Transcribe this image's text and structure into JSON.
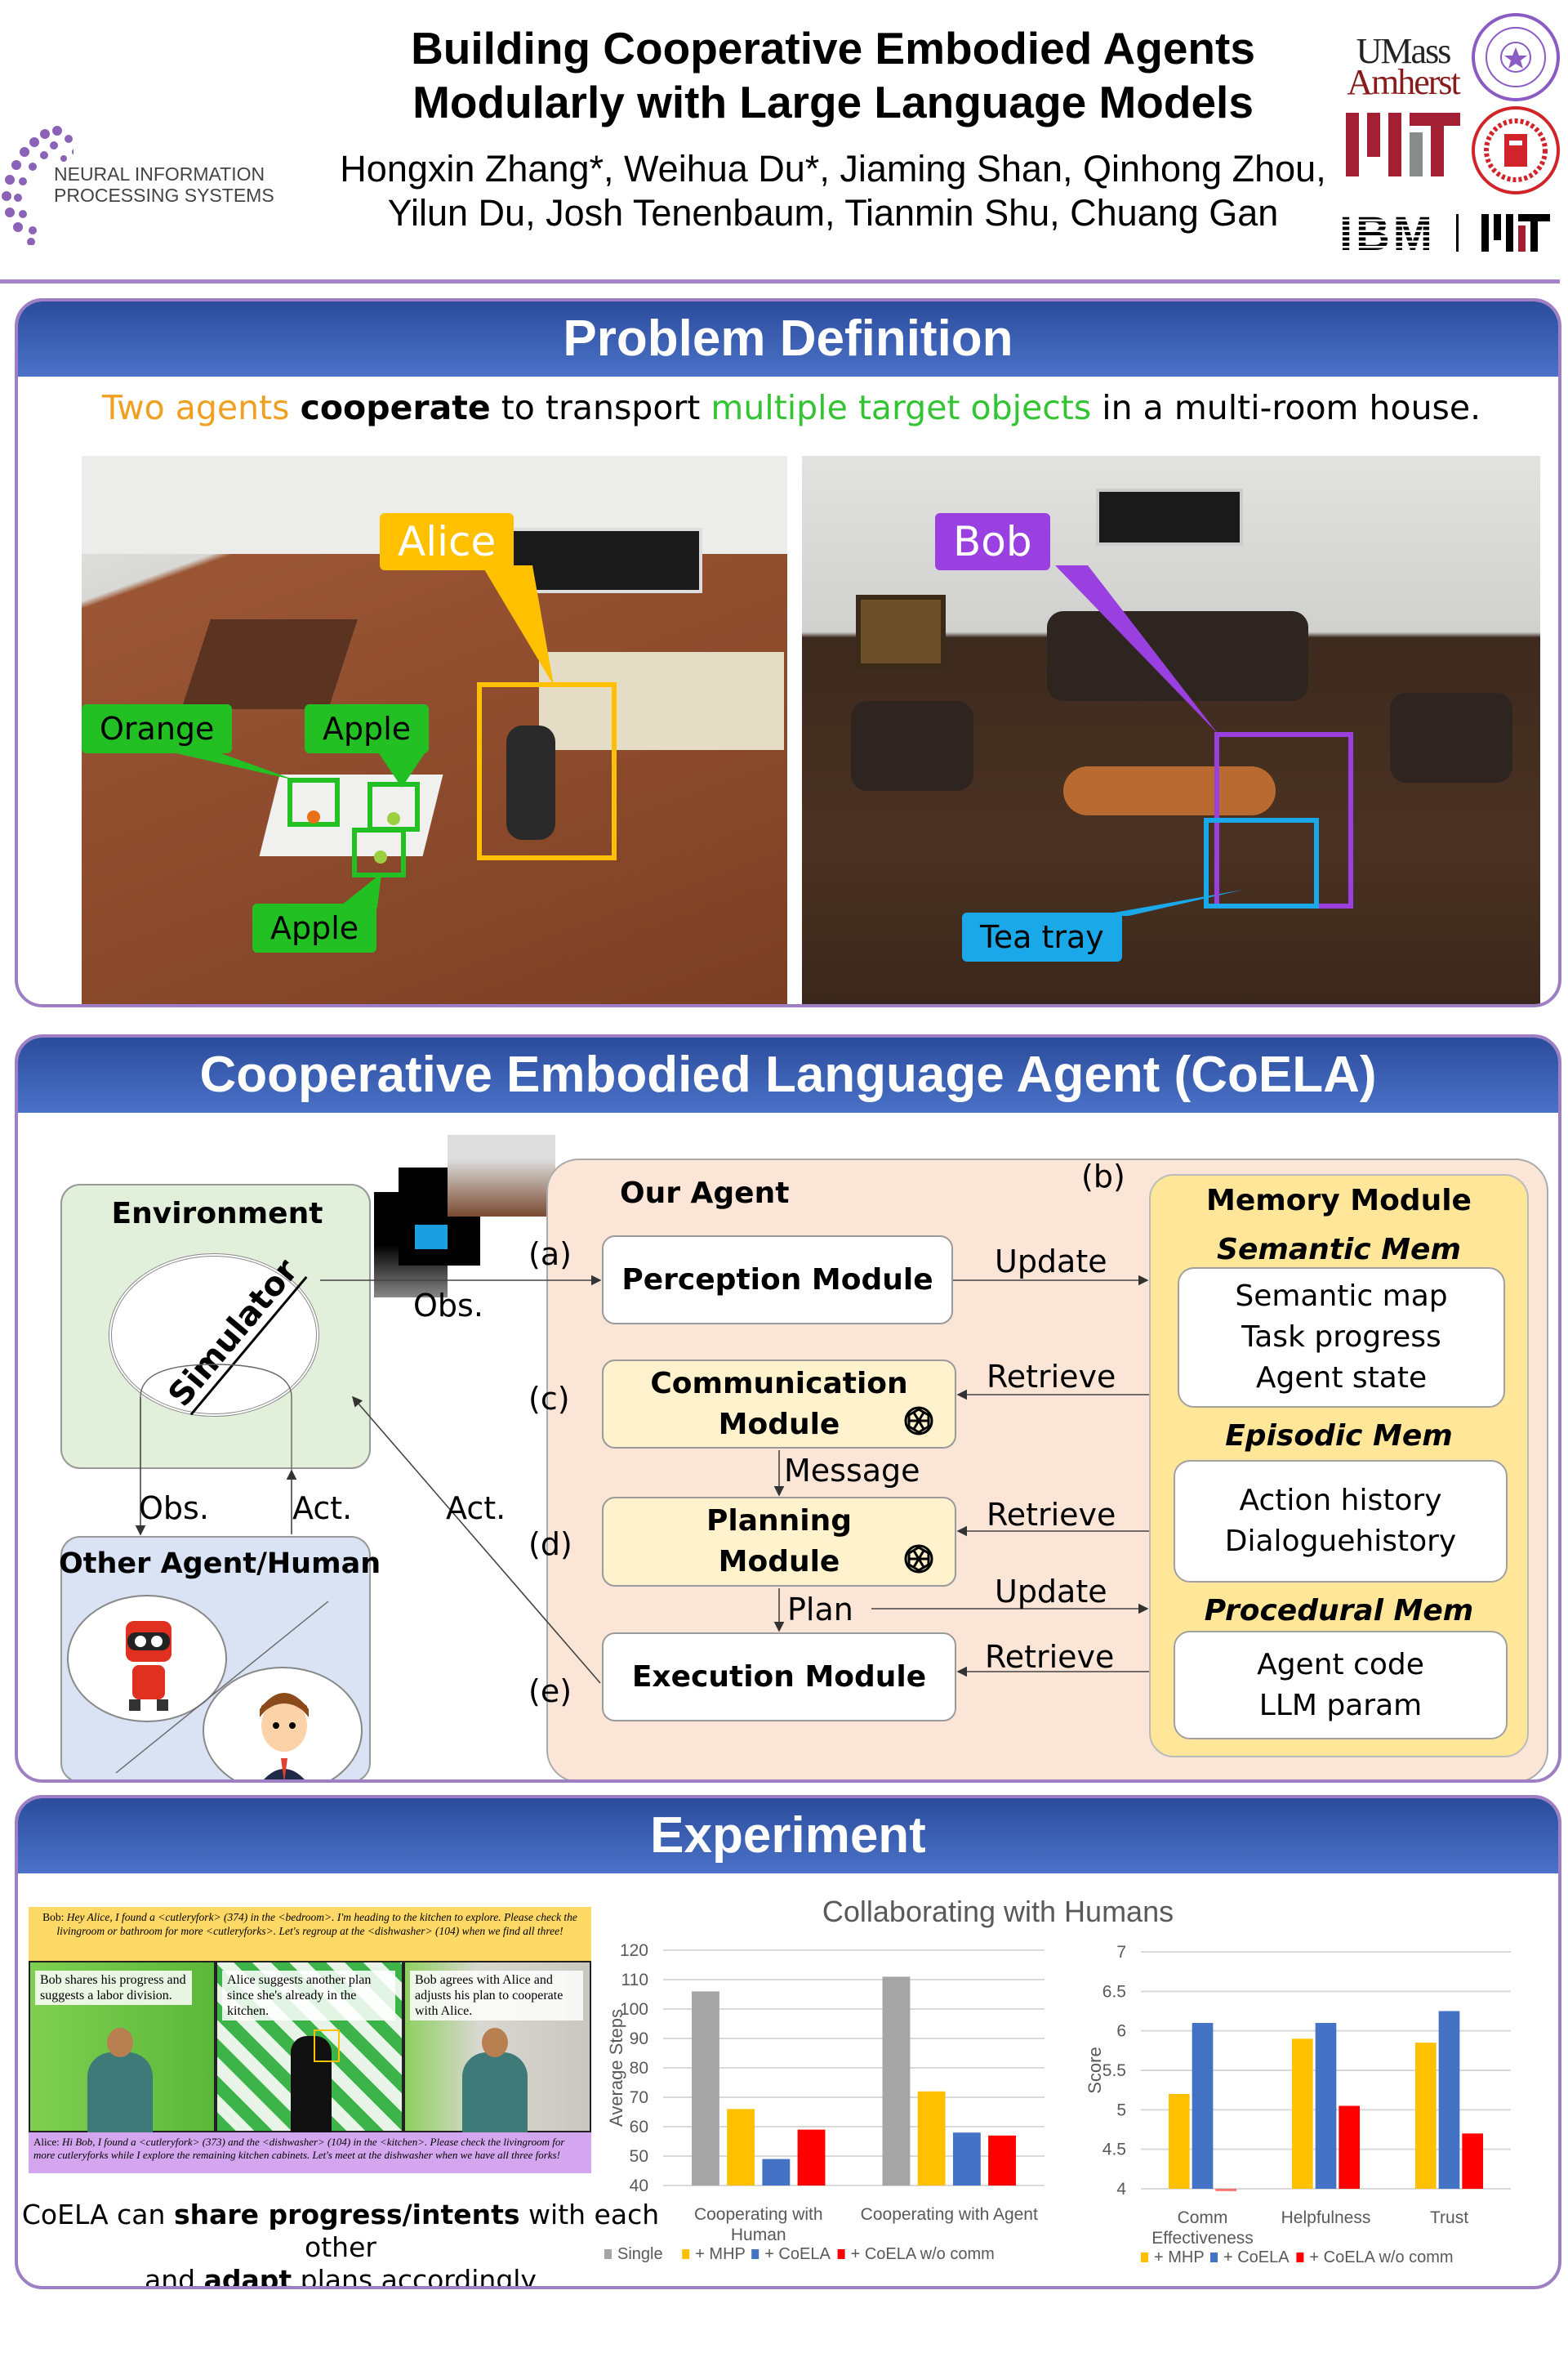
{
  "header": {
    "title_line1": "Building Cooperative Embodied Agents",
    "title_line2": "Modularly with Large Language Models",
    "authors_line1": "Hongxin Zhang*, Weihua Du*, Jiaming Shan, Qinhong Zhou,",
    "authors_line2": "Yilun Du, Josh Tenenbaum, Tianmin Shu, Chuang Gan",
    "neurips_logo_line1": "NEURAL INFORMATION",
    "neurips_logo_line2": "PROCESSING SYSTEMS",
    "umass_line1": "UMass",
    "umass_line2": "Amherst",
    "ibm_logo": "IBM"
  },
  "problem": {
    "heading": "Problem Definition",
    "sentence": {
      "part1": "Two agents",
      "part2": " ",
      "part3": "cooperate",
      "part4": " to transport ",
      "part5": "multiple target objects",
      "part6": " in a multi-room house."
    },
    "labels": {
      "alice": "Alice",
      "bob": "Bob",
      "orange": "Orange",
      "apple1": "Apple",
      "apple2": "Apple",
      "tea_tray": "Tea tray"
    }
  },
  "coela": {
    "heading": "Cooperative Embodied Language Agent (CoELA)",
    "environment": "Environment",
    "simulator": "Simulator",
    "other_agent": "Other Agent/Human",
    "obs_env_to_agent": "Obs.",
    "obs_down": "Obs.",
    "act_up": "Act.",
    "act_exec": "Act.",
    "our_agent": "Our Agent",
    "tag_a": "(a)",
    "tag_b": "(b)",
    "tag_c": "(c)",
    "tag_d": "(d)",
    "tag_e": "(e)",
    "perception": "Perception Module",
    "communication_l1": "Communication",
    "communication_l2": "Module",
    "planning_l1": "Planning",
    "planning_l2": "Module",
    "execution": "Execution Module",
    "arrow_update1": "Update",
    "arrow_retrieve1": "Retrieve",
    "arrow_message": "Message",
    "arrow_retrieve2": "Retrieve",
    "arrow_plan": "Plan",
    "arrow_update2": "Update",
    "arrow_retrieve3": "Retrieve",
    "memory": {
      "title": "Memory Module",
      "semantic": "Semantic Mem",
      "semantic_items": [
        "Semantic map",
        "Task progress",
        "Agent state"
      ],
      "episodic": "Episodic Mem",
      "episodic_items": [
        "Action history",
        "Dialoguehistory"
      ],
      "procedural": "Procedural Mem",
      "procedural_items": [
        "Agent code",
        "LLM param"
      ]
    }
  },
  "experiment": {
    "heading": "Experiment",
    "bob_msg_speaker": "Bob: ",
    "bob_msg": "Hey Alice, I found a <cutleryfork> (374) in the <bedroom>. I'm heading to the kitchen to explore. Please check the livingroom or bathroom for more <cutleryforks>. Let's regroup at the <dishwasher> (104) when we find all three!",
    "panel1": "Bob shares his progress and suggests a labor division.",
    "panel2": "Alice suggests another plan since she's already in the kitchen.",
    "panel3": "Bob agrees with Alice and adjusts his plan to cooperate with Alice.",
    "alice_msg_speaker": "Alice: ",
    "alice_msg": "Hi Bob, I found a <cutleryfork> (373) and the <dishwasher> (104) in the <kitchen>. Please check the livingroom for more cutleryforks while I explore the remaining kitchen cabinets. Let's meet at the dishwasher when we have all three forks!",
    "caption_pre": "CoELA can ",
    "caption_b1": "share progress/intents",
    "caption_mid": " with each other",
    "caption_l2_pre": "and ",
    "caption_b2": "adapt",
    "caption_l2_post": " plans accordingly"
  },
  "colors": {
    "single": "#a5a5a5",
    "mhp": "#ffc000",
    "coela": "#4472c4",
    "wo_comm": "#ff0000",
    "accent_purple": "#9f7fc4",
    "header_blue": "#3a5fb4"
  },
  "chart_data": [
    {
      "type": "bar",
      "title": "Collaborating with Humans",
      "ylabel": "Average Steps",
      "xlabel": "",
      "categories": [
        [
          "Cooperating with",
          "Human"
        ],
        [
          "Cooperating with Agent"
        ]
      ],
      "ylim": [
        40,
        120
      ],
      "ytick_step": 10,
      "grid": true,
      "legend": "bottom",
      "series": [
        {
          "name": "Single",
          "color": "#a5a5a5",
          "values": [
            106,
            111
          ]
        },
        {
          "name": "+ MHP",
          "color": "#ffc000",
          "values": [
            66,
            72
          ]
        },
        {
          "name": "+ CoELA",
          "color": "#4472c4",
          "values": [
            49,
            58
          ]
        },
        {
          "name": "+ CoELA w/o comm",
          "color": "#ff0000",
          "values": [
            59,
            57
          ]
        }
      ]
    },
    {
      "type": "bar",
      "title": "",
      "ylabel": "Score",
      "xlabel": "",
      "categories": [
        [
          "Comm",
          "Effectiveness"
        ],
        [
          "Helpfulness"
        ],
        [
          "Trust"
        ]
      ],
      "ylim": [
        4,
        7
      ],
      "ytick_step": 0.5,
      "grid": true,
      "legend": "bottom",
      "series": [
        {
          "name": "+ MHP",
          "color": "#ffc000",
          "values": [
            5.2,
            5.9,
            5.85
          ]
        },
        {
          "name": "+ CoELA",
          "color": "#4472c4",
          "values": [
            6.1,
            6.1,
            6.25
          ]
        },
        {
          "name": "+ CoELA w/o comm",
          "color": "#ff0000",
          "values": [
            3.98,
            5.05,
            4.7
          ]
        }
      ]
    }
  ]
}
